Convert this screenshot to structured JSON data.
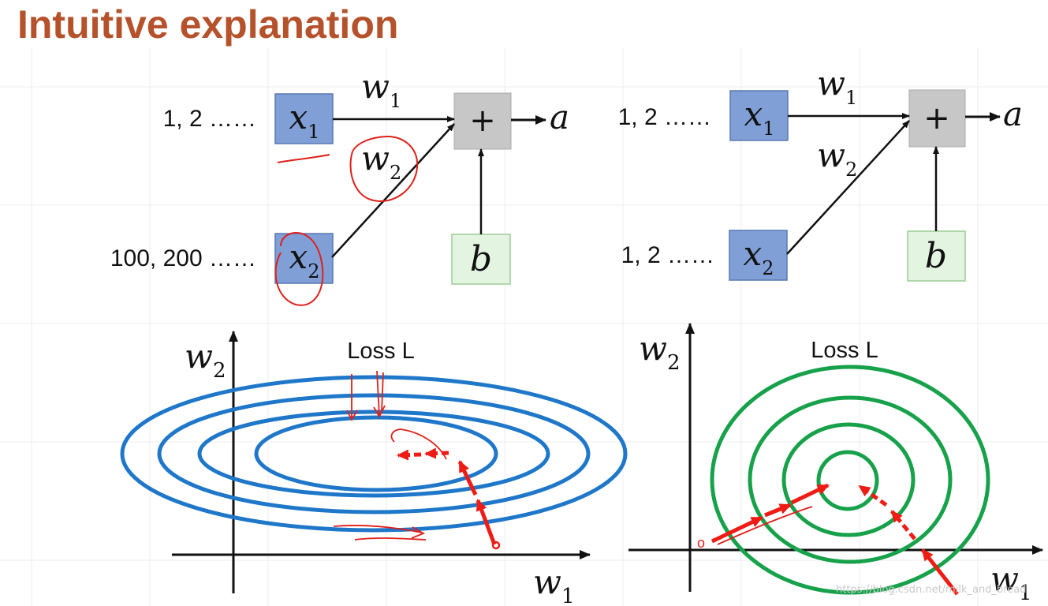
{
  "title": "Intuitive explanation",
  "watermark": "https://blog.csdn.net/milk_and_bread",
  "left_network": {
    "x1_values": "1, 2 ……",
    "x2_values": "100, 200 ……"
  },
  "right_network": {
    "x1_values": "1, 2 ……",
    "x2_values": "1, 2 ……"
  },
  "node_labels": {
    "x": "x",
    "w": "w",
    "sub1": "1",
    "sub2": "2",
    "plus": "+",
    "output": "a",
    "bias": "b"
  },
  "plots": {
    "loss_label": "Loss L",
    "x_axis": "w",
    "y_axis": "w",
    "x_axis_sub": "1",
    "y_axis_sub": "2",
    "start_point_right": "o"
  },
  "colors": {
    "title": "#b5522b",
    "input_box": "#7f9fd6",
    "input_border": "#5a78b3",
    "sum_box": "#c7c7c7",
    "bias_box": "#e3f4e1",
    "bias_border": "#9ccb95",
    "ellipse_contours": "#1f77c9",
    "circle_contours": "#17a14a",
    "gradient_arrows": "#ee1c14"
  }
}
